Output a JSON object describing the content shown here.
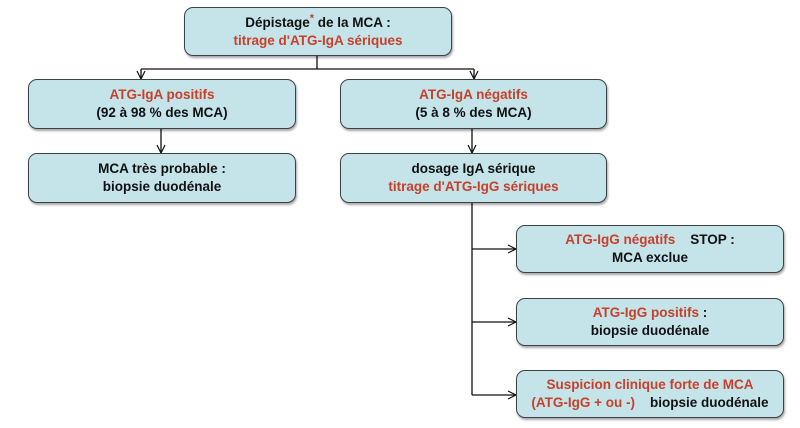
{
  "colors": {
    "box_fill": "#c4e4e9",
    "box_border": "#3a4448",
    "highlight_text": "#c8402a",
    "body_text": "#111111",
    "connector": "#111111"
  },
  "nodes": {
    "screening": {
      "line1_prefix": "Dépistage",
      "line1_star": "*",
      "line1_suffix": " de la MCA :",
      "line2": "titrage d'ATG-IgA sériques"
    },
    "iga_positive": {
      "line1": "ATG-IgA positifs",
      "line2": "(92 à 98 % des MCA)"
    },
    "iga_negative": {
      "line1": "ATG-IgA négatifs",
      "line2": "(5 à 8 % des MCA)"
    },
    "mca_probable": {
      "line1": "MCA très probable :",
      "line2": "biopsie duodénale"
    },
    "iga_dosage": {
      "line1": "dosage IgA sérique",
      "line2": "titrage d'ATG-IgG sériques"
    },
    "igg_negative": {
      "line1_red": "ATG-IgG négatifs",
      "line1_dark": "STOP :",
      "line2": "MCA exclue"
    },
    "igg_positive": {
      "line1_red": "ATG-IgG positifs",
      "line1_dark": " :",
      "line2": "biopsie duodénale"
    },
    "clinical_suspicion": {
      "line1": "Suspicion clinique forte de MCA",
      "line2_red": "(ATG-IgG + ou -)",
      "line2_dark": "biopsie duodénale"
    }
  },
  "edges": [
    {
      "from": "screening",
      "to": "iga_positive"
    },
    {
      "from": "screening",
      "to": "iga_negative"
    },
    {
      "from": "iga_positive",
      "to": "mca_probable"
    },
    {
      "from": "iga_negative",
      "to": "iga_dosage"
    },
    {
      "from": "iga_dosage",
      "to": "igg_negative"
    },
    {
      "from": "iga_dosage",
      "to": "igg_positive"
    },
    {
      "from": "iga_dosage",
      "to": "clinical_suspicion"
    }
  ]
}
